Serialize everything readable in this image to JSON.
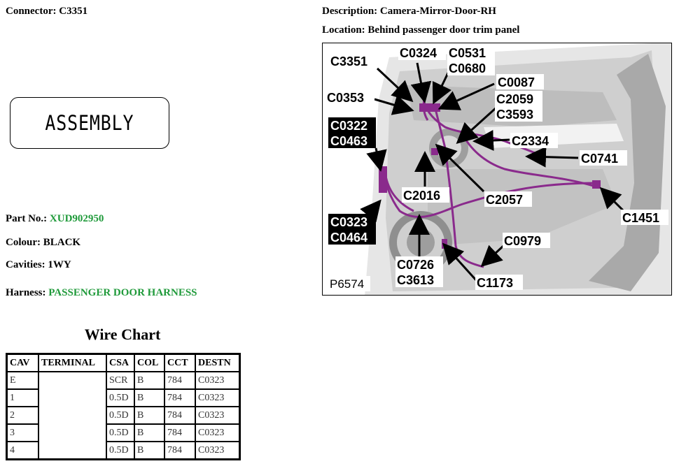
{
  "connector": {
    "label": "Connector:",
    "value": "C3351"
  },
  "description": {
    "label": "Description:",
    "value": "Camera-Mirror-Door-RH"
  },
  "location": {
    "label": "Location:",
    "value": "Behind passenger door trim panel"
  },
  "assembly_label": "ASSEMBLY",
  "part_no": {
    "label": "Part No.:",
    "value": "XUD902950"
  },
  "colour": {
    "label": "Colour:",
    "value": "BLACK"
  },
  "cavities": {
    "label": "Cavities:",
    "value": "1WY"
  },
  "harness": {
    "label": "Harness:",
    "value": "PASSENGER DOOR HARNESS"
  },
  "wire_chart": {
    "title": "Wire Chart",
    "headers": [
      "CAV",
      "TERMINAL",
      "CSA",
      "COL",
      "CCT",
      "DESTN"
    ],
    "rows": [
      {
        "cav": "E",
        "terminal": "",
        "csa": "SCR",
        "col": "B",
        "cct": "784",
        "destn": "C0323"
      },
      {
        "cav": "1",
        "terminal": "",
        "csa": "0.5D",
        "col": "B",
        "cct": "784",
        "destn": "C0323"
      },
      {
        "cav": "2",
        "terminal": "",
        "csa": "0.5D",
        "col": "B",
        "cct": "784",
        "destn": "C0323"
      },
      {
        "cav": "3",
        "terminal": "",
        "csa": "0.5D",
        "col": "B",
        "cct": "784",
        "destn": "C0323"
      },
      {
        "cav": "4",
        "terminal": "",
        "csa": "0.5D",
        "col": "B",
        "cct": "784",
        "destn": "C0323"
      }
    ]
  },
  "diagram": {
    "labels": {
      "c3351": "C3351",
      "c0324": "C0324",
      "c0531": "C0531",
      "c0680": "C0680",
      "c0087": "C0087",
      "c0353": "C0353",
      "c2059": "C2059",
      "c3593": "C3593",
      "c0322": "C0322",
      "c0463": "C0463",
      "c2334": "C2334",
      "c0741": "C0741",
      "c2016": "C2016",
      "c2057": "C2057",
      "c1451": "C1451",
      "c0323": "C0323",
      "c0464": "C0464",
      "c0979": "C0979",
      "c0726": "C0726",
      "c3613": "C3613",
      "c1173": "C1173"
    },
    "reference": "P6574",
    "harness_color": "#8a2a8c"
  }
}
